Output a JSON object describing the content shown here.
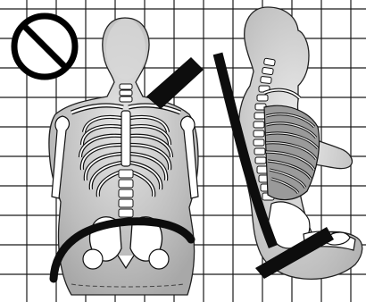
{
  "illustration": {
    "left_figure": {
      "view": "front",
      "belt_position": "incorrect"
    },
    "right_figure": {
      "view": "side",
      "belt_position": "correct"
    },
    "prohibition_symbol": {
      "icon": "no-symbol-icon",
      "color": "#000000"
    },
    "grid": {
      "visible": true,
      "color": "#1a1a1a"
    },
    "colors": {
      "body_fill": "#bfbfbf",
      "belt": "#0d0d0d",
      "bone_fill": "#ffffff",
      "line": "#111111"
    }
  }
}
